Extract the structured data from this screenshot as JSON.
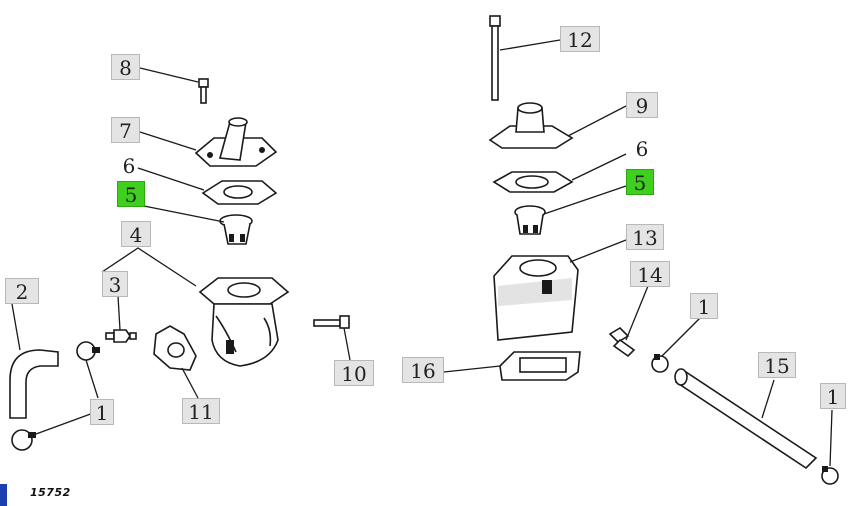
{
  "callouts": [
    {
      "id": "c8",
      "label": "8",
      "highlight": false
    },
    {
      "id": "c7",
      "label": "7",
      "highlight": false
    },
    {
      "id": "c6a",
      "label": "6",
      "highlight": false
    },
    {
      "id": "c5a",
      "label": "5",
      "highlight": true
    },
    {
      "id": "c4",
      "label": "4",
      "highlight": false
    },
    {
      "id": "c3",
      "label": "3",
      "highlight": false
    },
    {
      "id": "c2",
      "label": "2",
      "highlight": false
    },
    {
      "id": "c1a",
      "label": "1",
      "highlight": false
    },
    {
      "id": "c11",
      "label": "11",
      "highlight": false
    },
    {
      "id": "c10",
      "label": "10",
      "highlight": false
    },
    {
      "id": "c12",
      "label": "12",
      "highlight": false
    },
    {
      "id": "c9",
      "label": "9",
      "highlight": false
    },
    {
      "id": "c6b",
      "label": "6",
      "highlight": false
    },
    {
      "id": "c5b",
      "label": "5",
      "highlight": true
    },
    {
      "id": "c13",
      "label": "13",
      "highlight": false
    },
    {
      "id": "c14",
      "label": "14",
      "highlight": false
    },
    {
      "id": "c1b",
      "label": "1",
      "highlight": false
    },
    {
      "id": "c16",
      "label": "16",
      "highlight": false
    },
    {
      "id": "c15",
      "label": "15",
      "highlight": false
    },
    {
      "id": "c1c",
      "label": "1",
      "highlight": false
    }
  ],
  "figure_number": "15752",
  "colors": {
    "highlight": "#3fcf1f",
    "callout_bg": "#e4e4e4",
    "ink": "#1a1a1a"
  }
}
